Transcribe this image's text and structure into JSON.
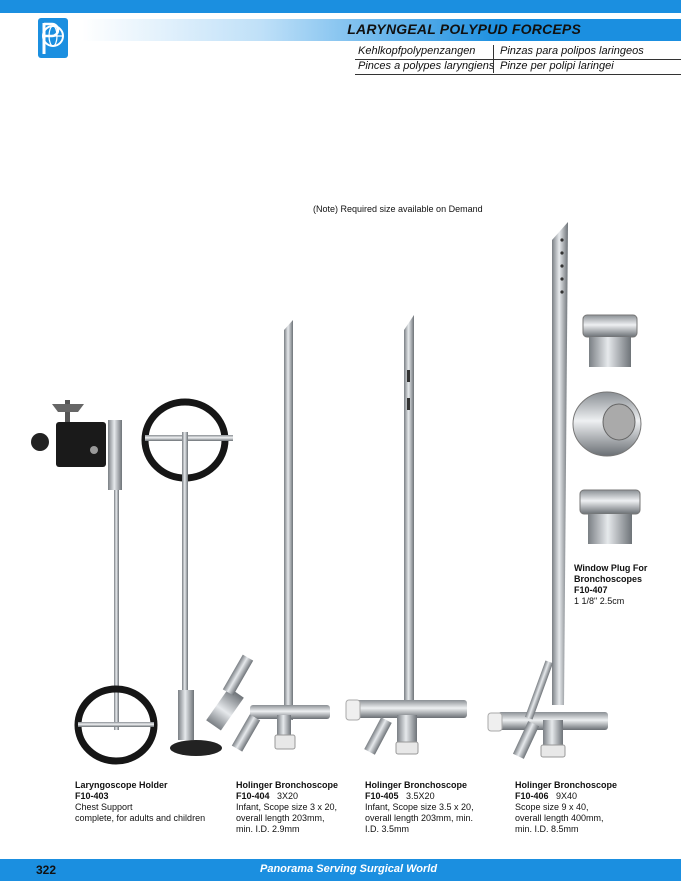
{
  "header": {
    "title": "LARYNGEAL POLYPUD FORCEPS",
    "names": {
      "de": "Kehlkopfpolypenzangen",
      "es": "Pinzas para polipos laringeos",
      "fr": "Pinces a polypes laryngiens",
      "it": "Pinze per polipi laringei"
    },
    "logo_icon": "globe-p-logo-icon"
  },
  "note": "(Note) Required size available on Demand",
  "products": [
    {
      "name": "Laryngoscope Holder",
      "code": "F10-403",
      "size": "",
      "lines": [
        "Chest Support",
        "complete, for adults and children"
      ]
    },
    {
      "name": "Holinger Bronchoscope",
      "code": "F10-404",
      "size": "3X20",
      "lines": [
        "Infant, Scope size 3 x 20,",
        "overall length 203mm,",
        "min. I.D. 2.9mm"
      ]
    },
    {
      "name": "Holinger Bronchoscope",
      "code": "F10-405",
      "size": "3.5X20",
      "lines": [
        "Infant, Scope size 3.5 x 20,",
        "overall length 203mm, min.",
        "I.D. 3.5mm"
      ]
    },
    {
      "name": "Holinger Bronchoscope",
      "code": "F10-406",
      "size": "9X40",
      "lines": [
        "Scope size 9 x 40,",
        "overall length 400mm,",
        "min. I.D. 8.5mm"
      ]
    },
    {
      "name_line1": "Window Plug For",
      "name_line2": "Bronchoscopes",
      "code": "F10-407",
      "size": "1 1/8\" 2.5cm"
    }
  ],
  "footer": {
    "page_number": "322",
    "tagline": "Panorama Serving Surgical World"
  },
  "colors": {
    "brand_blue": "#1b8fe0"
  }
}
